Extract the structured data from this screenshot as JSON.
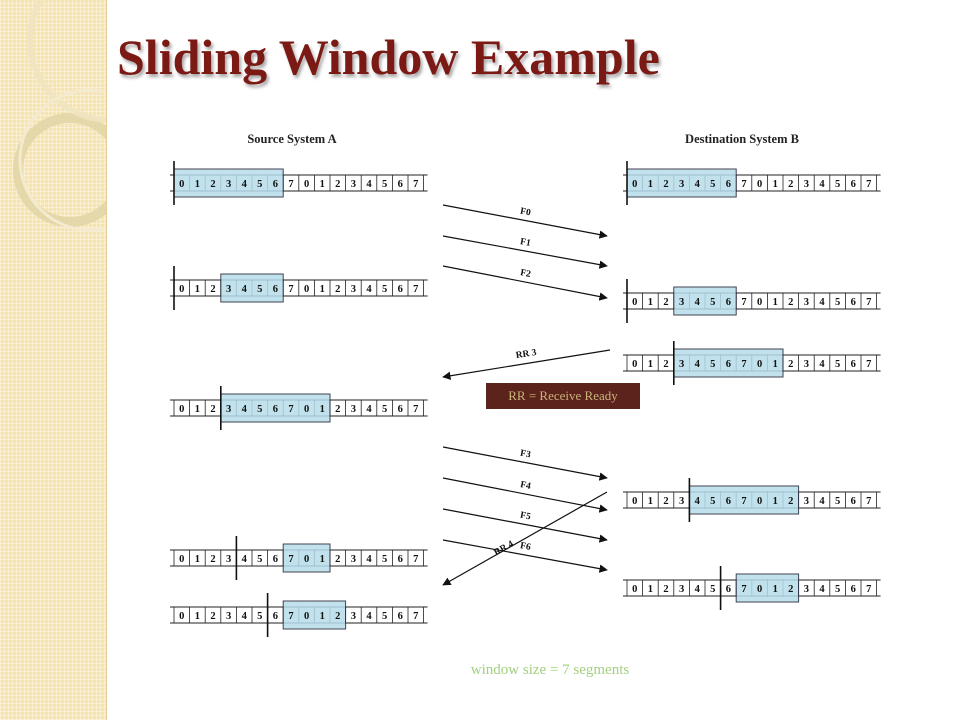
{
  "slide": {
    "title": "Sliding Window Example",
    "caption": "window size = 7 segments",
    "legend_note": "RR = Receive Ready"
  },
  "colors": {
    "title": "#7b1a14",
    "window_fill": "#b7dceb",
    "note_box": "#5b231c",
    "note_text": "#c9b47a",
    "caption": "#a3cf7f"
  },
  "diagram": {
    "source_label": "Source System A",
    "dest_label": "Destination System B",
    "sequence": [
      "0",
      "1",
      "2",
      "3",
      "4",
      "5",
      "6",
      "7",
      "0",
      "1",
      "2",
      "3",
      "4",
      "5",
      "6",
      "7"
    ],
    "source_rows": [
      {
        "marker": 0,
        "window_start": 0,
        "window_length": 7
      },
      {
        "marker": 0,
        "window_start": 3,
        "window_length": 4
      },
      {
        "marker": 3,
        "window_start": 3,
        "window_length": 7
      },
      {
        "marker": 4,
        "window_start": 7,
        "window_length": 3
      },
      {
        "marker": 6,
        "window_start": 7,
        "window_length": 4
      }
    ],
    "dest_rows": [
      {
        "marker": 0,
        "window_start": 0,
        "window_length": 7
      },
      {
        "marker": 0,
        "window_start": 3,
        "window_length": 4
      },
      {
        "marker": 3,
        "window_start": 3,
        "window_length": 7
      },
      {
        "marker": 4,
        "window_start": 4,
        "window_length": 7
      },
      {
        "marker": 6,
        "window_start": 7,
        "window_length": 4
      }
    ],
    "frames": [
      {
        "label": "F0",
        "direction": "A-to-B"
      },
      {
        "label": "F1",
        "direction": "A-to-B"
      },
      {
        "label": "F2",
        "direction": "A-to-B"
      },
      {
        "label": "RR 3",
        "direction": "B-to-A"
      },
      {
        "label": "F3",
        "direction": "A-to-B"
      },
      {
        "label": "F4",
        "direction": "A-to-B"
      },
      {
        "label": "F5",
        "direction": "A-to-B"
      },
      {
        "label": "F6",
        "direction": "A-to-B"
      },
      {
        "label": "RR 4",
        "direction": "B-to-A"
      }
    ]
  }
}
